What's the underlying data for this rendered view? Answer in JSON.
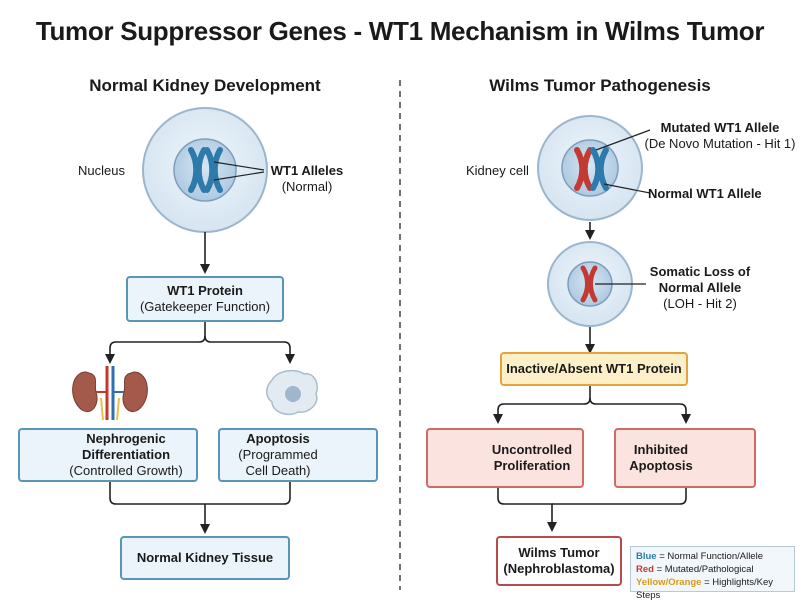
{
  "title": "Tumor Suppressor Genes - WT1 Mechanism in Wilms Tumor",
  "left_panel": {
    "title": "Normal Kidney Development",
    "nucleus_label": "Nucleus",
    "alleles_title": "WT1 Alleles",
    "alleles_sub": "(Normal)",
    "protein_title": "WT1 Protein",
    "protein_sub": "(Gatekeeper Function)",
    "diff_title_1": "Nephrogenic",
    "diff_title_2": "Differentiation",
    "diff_sub": "(Controlled Growth)",
    "apop_title": "Apoptosis",
    "apop_sub_1": "(Programmed",
    "apop_sub_2": "Cell Death)",
    "tissue": "Normal Kidney Tissue"
  },
  "right_panel": {
    "title": "Wilms Tumor Pathogenesis",
    "cell_label": "Kidney cell",
    "mutated_title": "Mutated WT1 Allele",
    "mutated_sub": "(De Novo Mutation - Hit 1)",
    "normal_allele": "Normal WT1 Allele",
    "loss_title_1": "Somatic Loss of",
    "loss_title_2": "Normal Allele",
    "loss_sub": "(LOH - Hit 2)",
    "inactive": "Inactive/Absent WT1 Protein",
    "prolif_1": "Uncontrolled",
    "prolif_2": "Proliferation",
    "inhib_1": "Inhibited",
    "inhib_2": "Apoptosis",
    "tumor_1": "Wilms Tumor",
    "tumor_2": "(Nephroblastoma)"
  },
  "legend": {
    "blue_key": "Blue",
    "blue_text": " = Normal Function/Allele",
    "red_key": "Red",
    "red_text": " = Mutated/Pathological",
    "yellow_key": "Yellow/Orange",
    "yellow_text": " = Highlights/Key Steps"
  },
  "colors": {
    "normal_blue": "#2e7aaa",
    "mutated_red": "#c33a32",
    "highlight_yellow": "#e6a23c"
  }
}
